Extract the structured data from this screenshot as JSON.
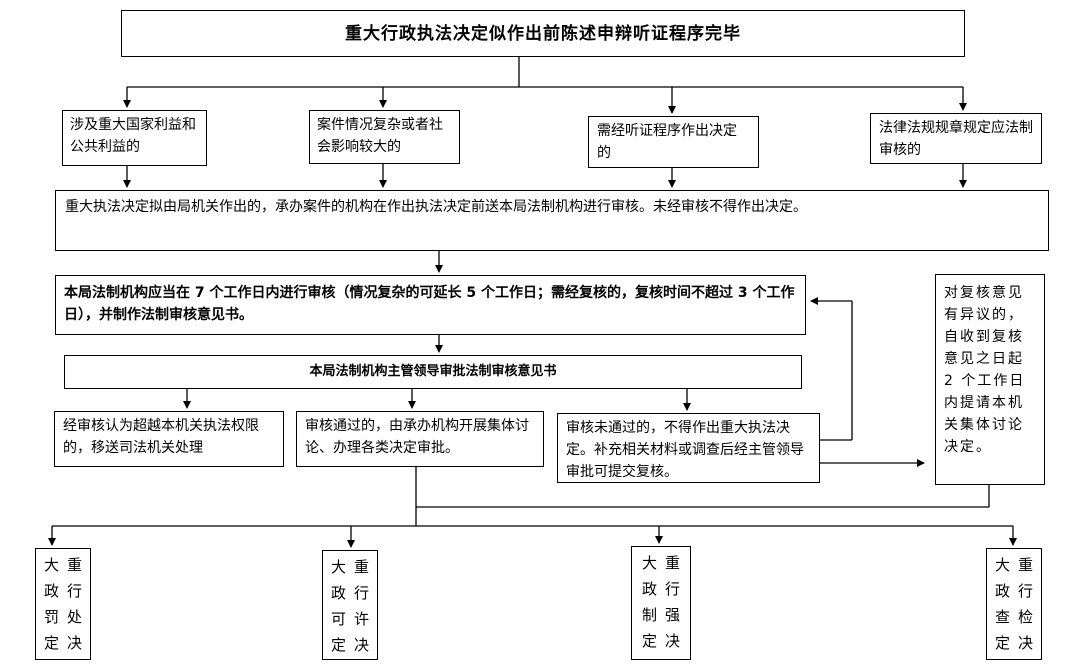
{
  "title": "重大行政执法决定似作出前陈述申辩听证程序完毕",
  "conditions": [
    {
      "text": "涉及重大国家利益和公共利益的"
    },
    {
      "text": "案件情况复杂或者社会影响较大的"
    },
    {
      "text": "需经听证程序作出决定的"
    },
    {
      "text": "法律法规规章规定应法制审核的"
    }
  ],
  "review_submission": "重大执法决定拟由局机关作出的，承办案件的机构在作出执法决定前送本局法制机构进行审核。未经审核不得作出决定。",
  "review_period": "本局法制机构应当在 7 个工作日内进行审核（情况复杂的可延长 5 个工作日；需经复核的，复核时间不超过 3 个工作日），并制作法制审核意见书。",
  "leader_approval": "本局法制机构主管领导审批法制审核意见书",
  "outcomes": [
    {
      "text": "经审核认为超越本机关执法权限的，移送司法机关处理"
    },
    {
      "text": "审核通过的，由承办机构开展集体讨论、办理各类决定审批。"
    },
    {
      "text": "审核未通过的，不得作出重大执法决定。补充相关材料或调查后经主管领导审批可提交复核。"
    }
  ],
  "objection": "对复核意见有异议的，自收到复核意见之日起 2 个工作日内提请本机关集体讨论决定。",
  "decisions": [
    {
      "col1": "重行处决",
      "col2": "大政罚定"
    },
    {
      "col1": "重行许决",
      "col2": "大政可定"
    },
    {
      "col1": "重行强决",
      "col2": "大政制定"
    },
    {
      "col1": "重行检决",
      "col2": "大政查定"
    }
  ]
}
